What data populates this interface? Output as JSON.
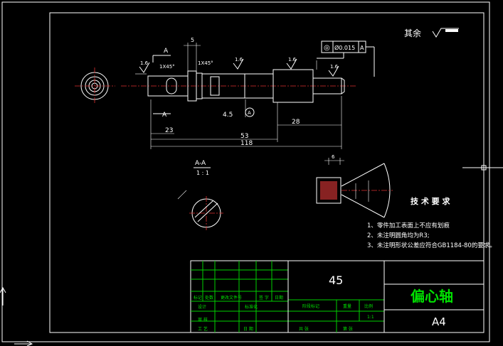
{
  "surface_finish_note": "其余",
  "tolerance_frame": {
    "symbol": "◎",
    "value": "Ø0.015",
    "datum": "A"
  },
  "section_label": "A-A",
  "section_scale": "1 : 1",
  "shaft_labels": {
    "chamfer_left": "1X45°",
    "chamfer_right": "1X45°",
    "section_mark": "A",
    "datum_mark": "A",
    "roughness": "1.6",
    "keyway_depth": "4.5",
    "top_dim": "5"
  },
  "dimensions": {
    "d23": "23",
    "d53": "53",
    "d118": "118",
    "d28": "28",
    "d6": "6"
  },
  "tech_requirements": {
    "heading": "技 术 要 求",
    "items": [
      "1、零件加工表面上不应有划痕",
      "2、未注明圆角均为R3;",
      "3、未注明形状公差应符合GB1184-80的要求。"
    ]
  },
  "title_block": {
    "material": "45",
    "part_name": "偏心轴",
    "sheet": "A4",
    "labels": {
      "mark": "标记",
      "count": "处数",
      "doc": "更改文件号",
      "sign": "签 字",
      "date": "日期",
      "design": "设计",
      "std": "标准化",
      "stage": "阶段标记",
      "weight": "重量",
      "scale": "比例",
      "scale_val": "1:1",
      "check": "审 核",
      "craft": "工 艺",
      "date2": "日 期",
      "total": "共 张",
      "page": "第 张"
    }
  }
}
